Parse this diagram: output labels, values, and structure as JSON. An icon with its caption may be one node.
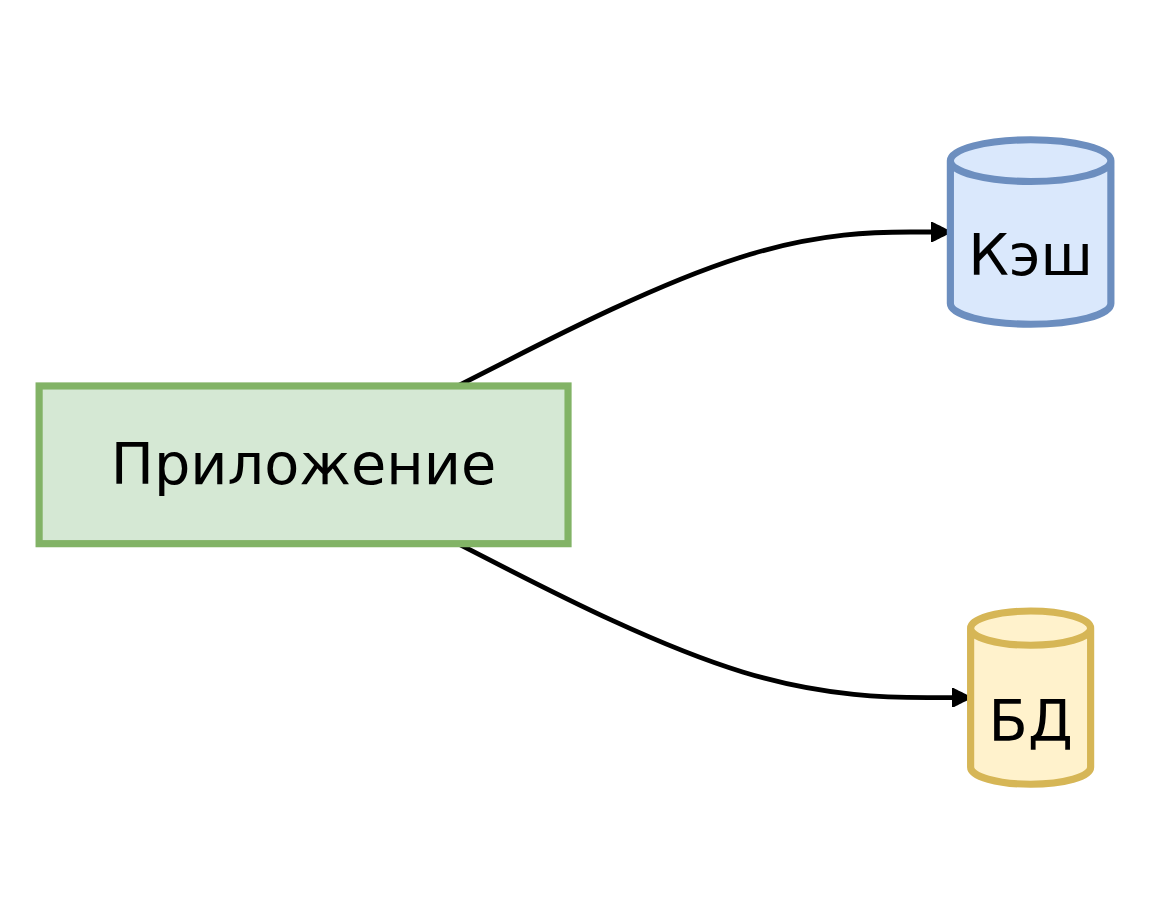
{
  "diagram": {
    "nodes": [
      {
        "text": [
          "Приложение"
        ]
      },
      {
        "text": [
          "Кэш"
        ]
      },
      {
        "text": [
          "БД"
        ]
      }
    ],
    "edges": [
      {
        "from": 0,
        "to": 1,
        "arrow": "to"
      },
      {
        "from": 0,
        "to": 2,
        "arrow": "to"
      }
    ]
  }
}
